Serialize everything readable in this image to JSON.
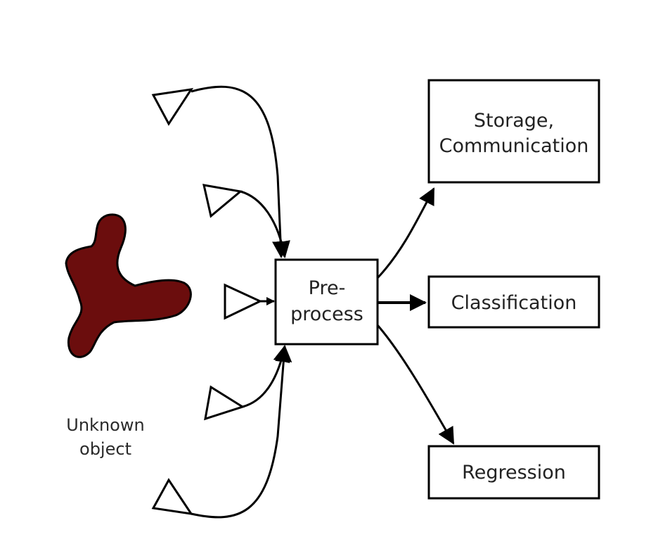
{
  "diagram": {
    "object": {
      "label_line1": "Unknown",
      "label_line2": "object",
      "color": "#6b0d0d"
    },
    "sensors": [
      {
        "id": "sensor-1"
      },
      {
        "id": "sensor-2"
      },
      {
        "id": "sensor-3"
      },
      {
        "id": "sensor-4"
      },
      {
        "id": "sensor-5"
      }
    ],
    "preprocess": {
      "line1": "Pre-",
      "line2": "process"
    },
    "outputs": {
      "storage": {
        "line1": "Storage,",
        "line2": "Communication"
      },
      "classification": {
        "label": "Classification"
      },
      "regression": {
        "label": "Regression"
      }
    },
    "colors": {
      "stroke": "#000000",
      "text": "#222222",
      "background": "#ffffff"
    }
  }
}
